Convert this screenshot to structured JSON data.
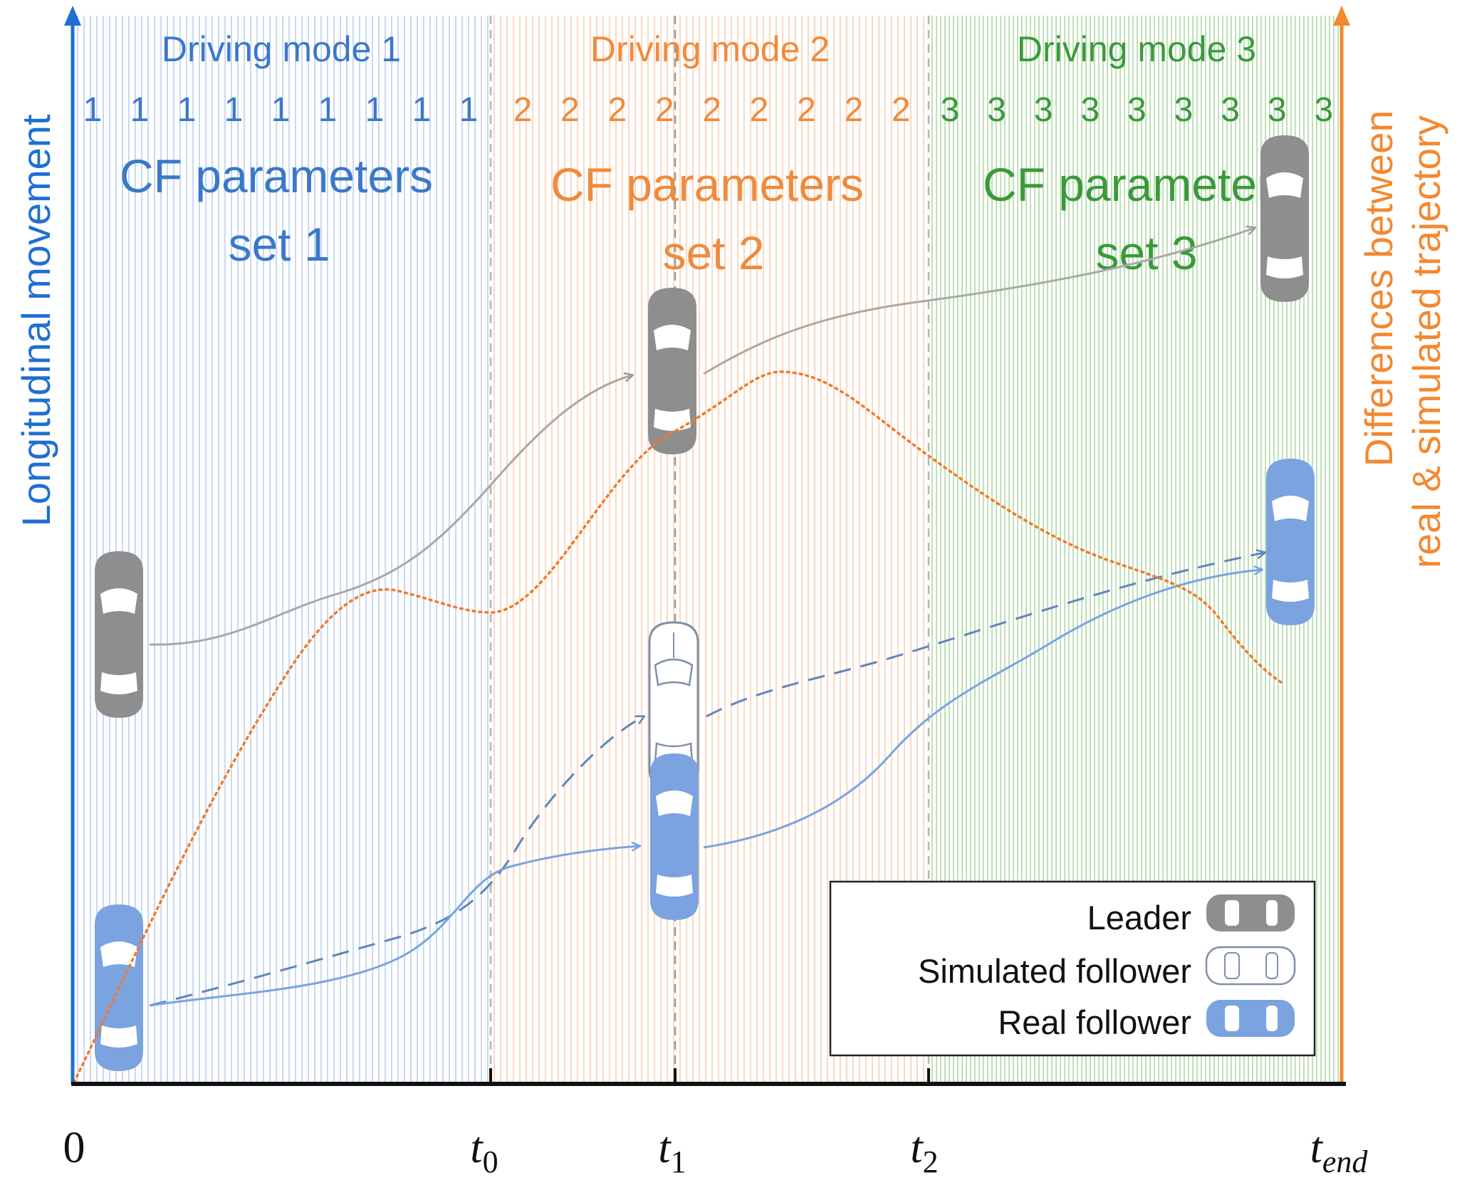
{
  "colors": {
    "mode1": "#3a78c9",
    "mode2": "#f08a3c",
    "mode3": "#3a9a3a",
    "axis_left": "#1f6fd1",
    "axis_right": "#f4882f",
    "leader_car": "#8e8e8e",
    "real_car": "#7aa3df",
    "sim_line": "#5f86b8",
    "diff_curve": "#f07a2a"
  },
  "modes": [
    {
      "title": "Driving mode 1",
      "digit": "1",
      "params_line1": "CF parameters",
      "params_line2": "set 1"
    },
    {
      "title": "Driving mode 2",
      "digit": "2",
      "params_line1": "CF parameters",
      "params_line2": "set 2"
    },
    {
      "title": "Driving mode 3",
      "digit": "3",
      "params_line1": "CF parameters",
      "params_line2": "set 3"
    }
  ],
  "axes": {
    "left_label": "Longitudinal movement",
    "right_label_line1": "Differences between",
    "right_label_line2": "real & simulated trajectory",
    "ticks": [
      {
        "base": "0",
        "sub": ""
      },
      {
        "base": "t",
        "sub": "0"
      },
      {
        "base": "t",
        "sub": "1"
      },
      {
        "base": "t",
        "sub": "2"
      },
      {
        "base": "t",
        "sub": "end"
      }
    ]
  },
  "legend": {
    "items": [
      {
        "label": "Leader",
        "icon": "leader-car-icon"
      },
      {
        "label": "Simulated follower",
        "icon": "simulated-car-icon"
      },
      {
        "label": "Real follower",
        "icon": "real-car-icon"
      }
    ]
  }
}
